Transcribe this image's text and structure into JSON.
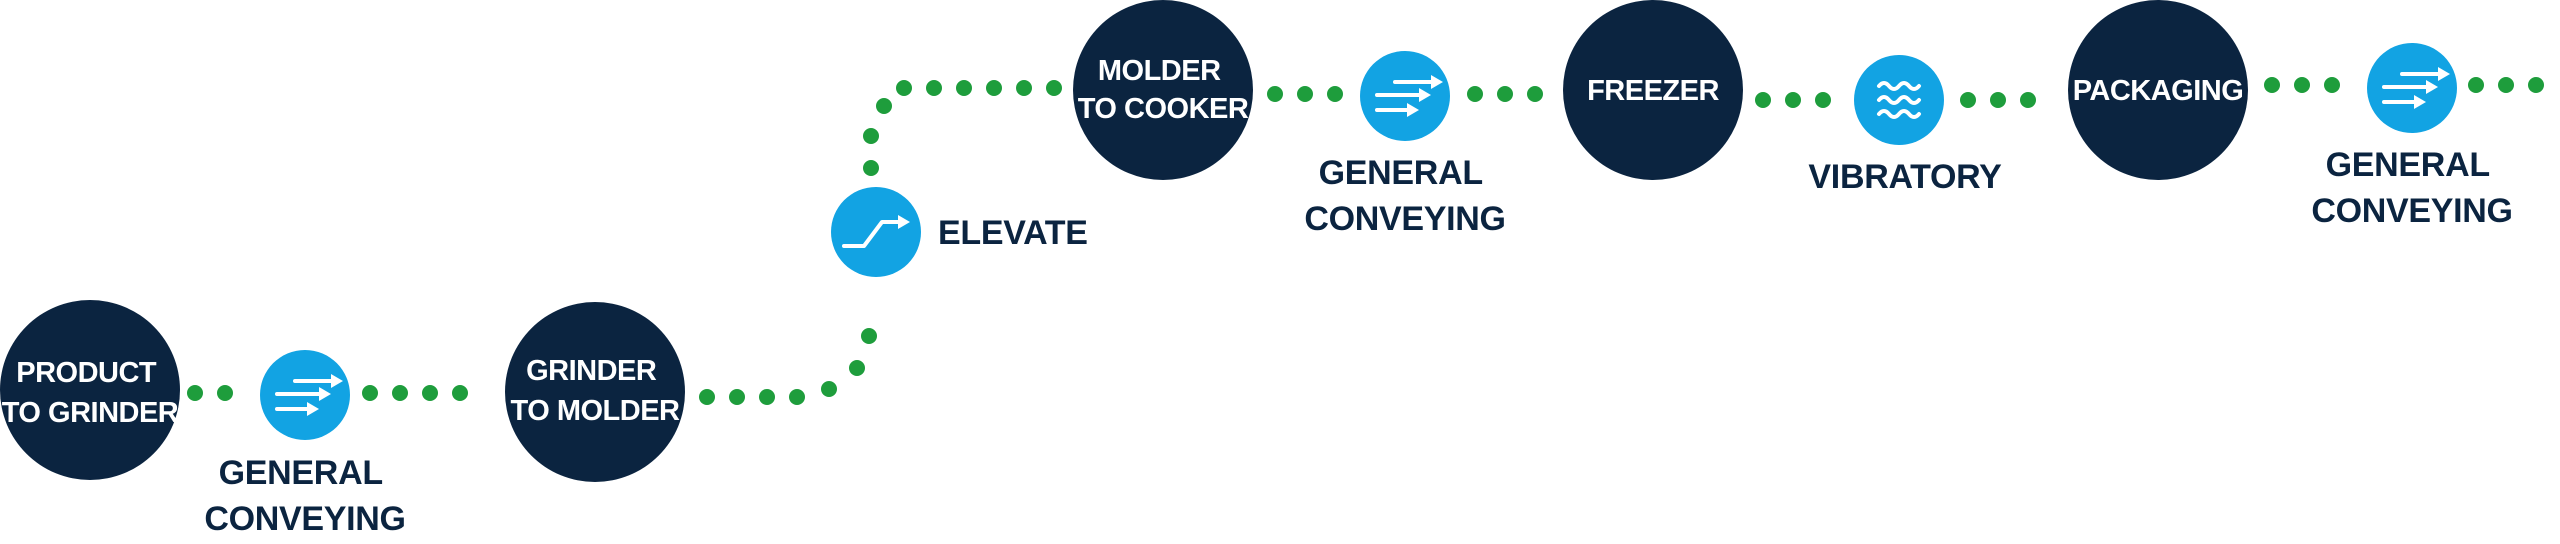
{
  "colors": {
    "stage": "#0b2440",
    "conveyor_icon": "#12a3e3",
    "path_dots": "#1e9d3c",
    "label_text": "#0b2440"
  },
  "stages": [
    {
      "lines": [
        "PRODUCT",
        "TO GRINDER"
      ]
    },
    {
      "lines": [
        "GRINDER",
        "TO MOLDER"
      ]
    },
    {
      "lines": [
        "MOLDER",
        "TO COOKER"
      ]
    },
    {
      "lines": [
        "FREEZER"
      ]
    },
    {
      "lines": [
        "PACKAGING"
      ]
    }
  ],
  "conveyors": [
    {
      "icon": "arrows-icon",
      "lines": [
        "GENERAL",
        "CONVEYING"
      ]
    },
    {
      "icon": "elevate-icon",
      "lines": [
        "ELEVATE"
      ]
    },
    {
      "icon": "arrows-icon",
      "lines": [
        "GENERAL",
        "CONVEYING"
      ]
    },
    {
      "icon": "waves-icon",
      "lines": [
        "VIBRATORY"
      ]
    },
    {
      "icon": "arrows-icon",
      "lines": [
        "GENERAL",
        "CONVEYING"
      ]
    }
  ]
}
